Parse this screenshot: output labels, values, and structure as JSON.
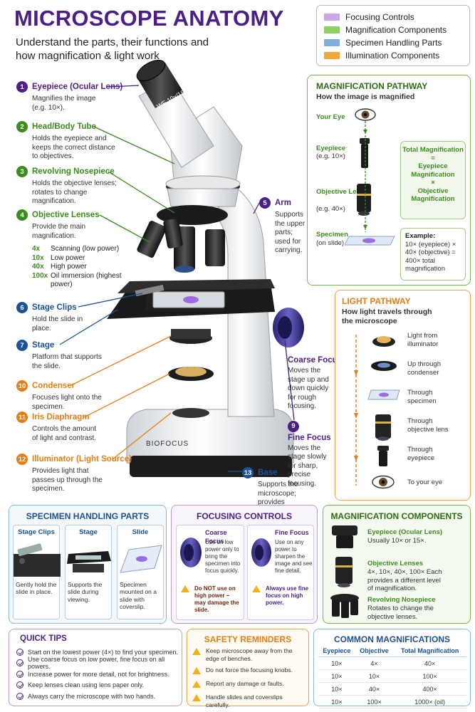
{
  "header": {
    "title": "MICROSCOPE ANATOMY",
    "subtitle": "Understand the parts, their functions and how magnification & light work"
  },
  "legend": [
    {
      "label": "Focusing Controls",
      "color": "#c9a6e6"
    },
    {
      "label": "Magnification Components",
      "color": "#8fcf62"
    },
    {
      "label": "Specimen Handling Parts",
      "color": "#7fb0e0"
    },
    {
      "label": "Illumination Components",
      "color": "#f4a53a"
    }
  ],
  "parts": {
    "p1": {
      "num": "1",
      "name": "Eyepiece (Ocular Lens)",
      "desc": "Magnifies the image (e.g. 10×)."
    },
    "p2": {
      "num": "2",
      "name": "Head/Body Tube",
      "desc": "Holds the eyepiece and keeps the correct distance to objectives."
    },
    "p3": {
      "num": "3",
      "name": "Revolving Nosepiece",
      "desc": "Holds the objective lenses; rotates to change magnification."
    },
    "p4": {
      "num": "4",
      "name": "Objective Lenses",
      "desc": "Provide the main magnification.",
      "list": [
        {
          "m": "4x",
          "t": "Scanning (low power)"
        },
        {
          "m": "10x",
          "t": "Low power"
        },
        {
          "m": "40x",
          "t": "High power"
        },
        {
          "m": "100x",
          "t": "Oil immersion (highest power)"
        }
      ]
    },
    "p5": {
      "num": "5",
      "name": "Arm",
      "desc": "Supports the upper parts; used for carrying."
    },
    "p6": {
      "num": "6",
      "name": "Stage Clips",
      "desc": "Hold the slide in place."
    },
    "p7": {
      "num": "7",
      "name": "Stage",
      "desc": "Platform that supports the slide."
    },
    "p8": {
      "name": "Coarse Focus",
      "desc": "Moves the stage up and down quickly for rough focusing."
    },
    "p9": {
      "num": "9",
      "name": "Fine Focus",
      "desc": "Moves the stage slowly for sharp, precise focusing."
    },
    "p10": {
      "num": "10",
      "name": "Condenser",
      "desc": "Focuses light onto the specimen."
    },
    "p11": {
      "num": "11",
      "name": "Iris Diaphragm",
      "desc": "Controls the amount of light and contrast."
    },
    "p12": {
      "num": "12",
      "name": "Illuminator (Light Source)",
      "desc": "Provides light that passes up through the specimen."
    },
    "p13": {
      "num": "13",
      "name": "Base",
      "desc": "Supports the microscope; provides stability."
    }
  },
  "scope": {
    "eyepiece_text": "WF 10x/18",
    "brand": "BIOFOCUS"
  },
  "mag_path": {
    "title": "MAGNIFICATION PATHWAY",
    "subtitle": "How the image is magnified",
    "steps": [
      {
        "label": "Your Eye"
      },
      {
        "label": "Eyepiece",
        "sub": "(e.g. 10×)"
      },
      {
        "label": "Objective Lens",
        "sub": "(e.g. 40×)"
      },
      {
        "label": "Specimen",
        "sub": "(on slide)"
      }
    ],
    "formula": [
      "Total Magnification",
      "=",
      "Eyepiece Magnification",
      "×",
      "Objective Magnification"
    ],
    "example_title": "Example:",
    "example_text": "10× (eyepiece) × 40× (objective) = 400× total magnification"
  },
  "light_path": {
    "title": "LIGHT PATHWAY",
    "subtitle": "How light travels through the microscope",
    "steps": [
      "Light from illuminator",
      "Up through condenser",
      "Through specimen",
      "Through objective lens",
      "Through eyepiece",
      "To your eye"
    ]
  },
  "specimen_panel": {
    "title": "SPECIMEN HANDLING PARTS",
    "cards": [
      {
        "title": "Stage Clips",
        "desc": "Gently hold the slide in place."
      },
      {
        "title": "Stage",
        "desc": "Supports the slide during viewing."
      },
      {
        "title": "Slide",
        "desc": "Specimen mounted on a slide with coverslip."
      }
    ]
  },
  "focusing_panel": {
    "title": "FOCUSING CONTROLS",
    "cards": [
      {
        "title": "Coarse Focus",
        "desc": "Use on low power only to bring the specimen into focus quickly.",
        "warn": "Do NOT use on high power – may damage the slide."
      },
      {
        "title": "Fine Focus",
        "desc": "Use on any power to sharpen the image and see fine detail.",
        "warn": "Always use fine focus on high power."
      }
    ]
  },
  "magcomp_panel": {
    "title": "MAGNIFICATION COMPONENTS",
    "items": [
      {
        "title": "Eyepiece (Ocular Lens)",
        "desc": "Usually 10× or 15×."
      },
      {
        "title": "Objective Lenses",
        "desc": "4×, 10×, 40×, 100× Each provides a different level of magnification."
      },
      {
        "title": "Revolving Nosepiece",
        "desc": "Rotates to change the objective lenses."
      }
    ]
  },
  "tips": {
    "title": "QUICK TIPS",
    "items": [
      "Start on the lowest power (4×) to find your specimen.",
      "Use coarse focus on low power, fine focus on all powers.",
      "Increase power for more detail, not for brightness.",
      "Keep lenses clean using lens paper only.",
      "Always carry the microscope with two hands."
    ]
  },
  "safety": {
    "title": "SAFETY REMINDERS",
    "items": [
      "Keep microscope away from the edge of benches.",
      "Do not force the focusing knobs.",
      "Report any damage or faults.",
      "Handle slides and coverslips carefully."
    ]
  },
  "common": {
    "title": "COMMON MAGNIFICATIONS",
    "headers": [
      "Eyepiece",
      "Objective",
      "Total Magnification"
    ],
    "rows": [
      [
        "10×",
        "4×",
        "40×"
      ],
      [
        "10×",
        "10×",
        "100×"
      ],
      [
        "10×",
        "40×",
        "400×"
      ],
      [
        "10×",
        "100×",
        "1000× (oil)"
      ]
    ]
  }
}
